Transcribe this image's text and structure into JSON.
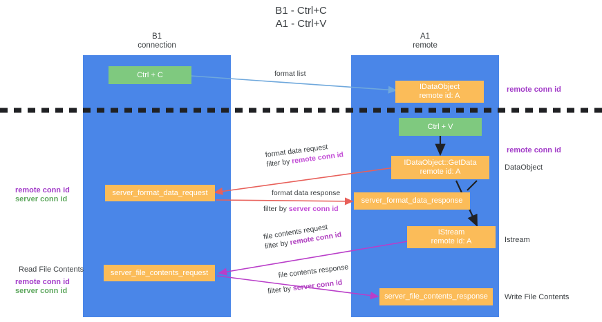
{
  "title": {
    "line1": "B1 - Ctrl+C",
    "line2": "A1 - Ctrl+V"
  },
  "colors": {
    "lane": "#4a86e8",
    "green_box": "#7fc97f",
    "orange_box": "#fbbc59",
    "purple_text": "#a23bc8",
    "green_text": "#5fa85f",
    "divider": "#202124",
    "arrow_blue": "#6fa8dc",
    "arrow_red": "#e8605a",
    "arrow_magenta": "#b93ec9",
    "arrow_black": "#202124"
  },
  "columns": [
    {
      "id": "b1",
      "line1": "B1",
      "line2": "connection"
    },
    {
      "id": "a1",
      "line1": "A1",
      "line2": "remote"
    }
  ],
  "boxes": [
    {
      "id": "ctrl-c",
      "kind": "green",
      "lines": [
        "Ctrl + C"
      ]
    },
    {
      "id": "idataobject-top",
      "kind": "orange",
      "lines": [
        "IDataObject",
        "remote id: A"
      ]
    },
    {
      "id": "ctrl-v",
      "kind": "green",
      "lines": [
        "Ctrl + V"
      ]
    },
    {
      "id": "idataobject-getdata",
      "kind": "orange",
      "lines": [
        "IDataObject::GetData",
        "remote id: A"
      ]
    },
    {
      "id": "server-format-data-request",
      "kind": "orange",
      "lines": [
        "server_format_data_request"
      ]
    },
    {
      "id": "server-format-data-response",
      "kind": "orange",
      "lines": [
        "server_format_data_response"
      ]
    },
    {
      "id": "istream",
      "kind": "orange",
      "lines": [
        "IStream",
        "remote id: A"
      ]
    },
    {
      "id": "server-file-contents-request",
      "kind": "orange",
      "lines": [
        "server_file_contents_request"
      ]
    },
    {
      "id": "server-file-contents-response",
      "kind": "orange",
      "lines": [
        "server_file_contents_response"
      ]
    }
  ],
  "edge_labels": [
    {
      "id": "format-list",
      "line1_plain": "format list",
      "line2_plain": "",
      "line2_hl": ""
    },
    {
      "id": "format-data-request",
      "line1_plain": "format data request",
      "line2_plain": "filter by ",
      "line2_hl": "remote conn id"
    },
    {
      "id": "format-data-response",
      "line1_plain": "format data response",
      "line2_plain": "filter by ",
      "line2_hl": "server conn id"
    },
    {
      "id": "file-contents-request",
      "line1_plain": "file contents request",
      "line2_plain": "filter by ",
      "line2_hl": "remote conn id"
    },
    {
      "id": "file-contents-response",
      "line1_plain": "file contents response",
      "line2_plain": "filter by ",
      "line2_hl": "server conn id"
    }
  ],
  "annotations_right": [
    {
      "id": "right-remote-conn-id-1",
      "text": "remote conn id",
      "style": "purple"
    },
    {
      "id": "right-remote-conn-id-2",
      "text": "remote conn id",
      "style": "purple"
    },
    {
      "id": "right-dataobject",
      "text": "DataObject",
      "style": "dark"
    },
    {
      "id": "right-istream",
      "text": "Istream",
      "style": "dark"
    },
    {
      "id": "right-write-file",
      "text": "Write File Contents",
      "style": "dark"
    }
  ],
  "annotations_left": [
    {
      "id": "left-remote-conn-id-1",
      "text": "remote conn id",
      "style": "purple"
    },
    {
      "id": "left-server-conn-id-1",
      "text": "server conn id",
      "style": "green"
    },
    {
      "id": "left-read-file",
      "text": "Read File Contents",
      "style": "dark"
    },
    {
      "id": "left-remote-conn-id-2",
      "text": "remote conn id",
      "style": "purple"
    },
    {
      "id": "left-server-conn-id-2",
      "text": "server conn id",
      "style": "green"
    }
  ]
}
